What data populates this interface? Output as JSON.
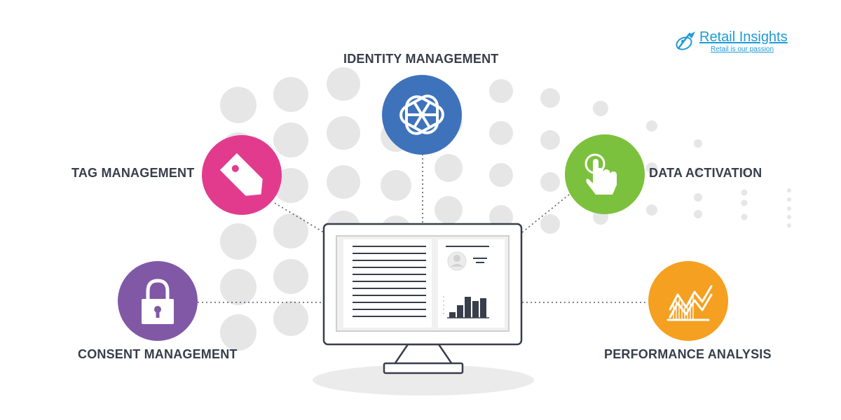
{
  "logo": {
    "name": "Retail Insights",
    "tagline": "Retail is our passion"
  },
  "nodes": {
    "identity": {
      "label": "IDENTITY MANAGEMENT",
      "color": "#3e73bb",
      "icon": "openai-knot-icon"
    },
    "tag": {
      "label": "TAG MANAGEMENT",
      "color": "#e23b8e",
      "icon": "price-tag-icon"
    },
    "data": {
      "label": "DATA ACTIVATION",
      "color": "#7cc13d",
      "icon": "touch-hand-icon"
    },
    "consent": {
      "label": "CONSENT MANAGEMENT",
      "color": "#8158a6",
      "icon": "padlock-icon"
    },
    "performance": {
      "label": "PERFORMANCE ANALYSIS",
      "color": "#f5a020",
      "icon": "line-chart-icon"
    }
  },
  "center": {
    "icon": "monitor-dashboard-icon"
  },
  "colors": {
    "text": "#373e4b",
    "dots": "#e6e6e6",
    "connector": "#555b66",
    "logo": "#1f9bd7"
  }
}
